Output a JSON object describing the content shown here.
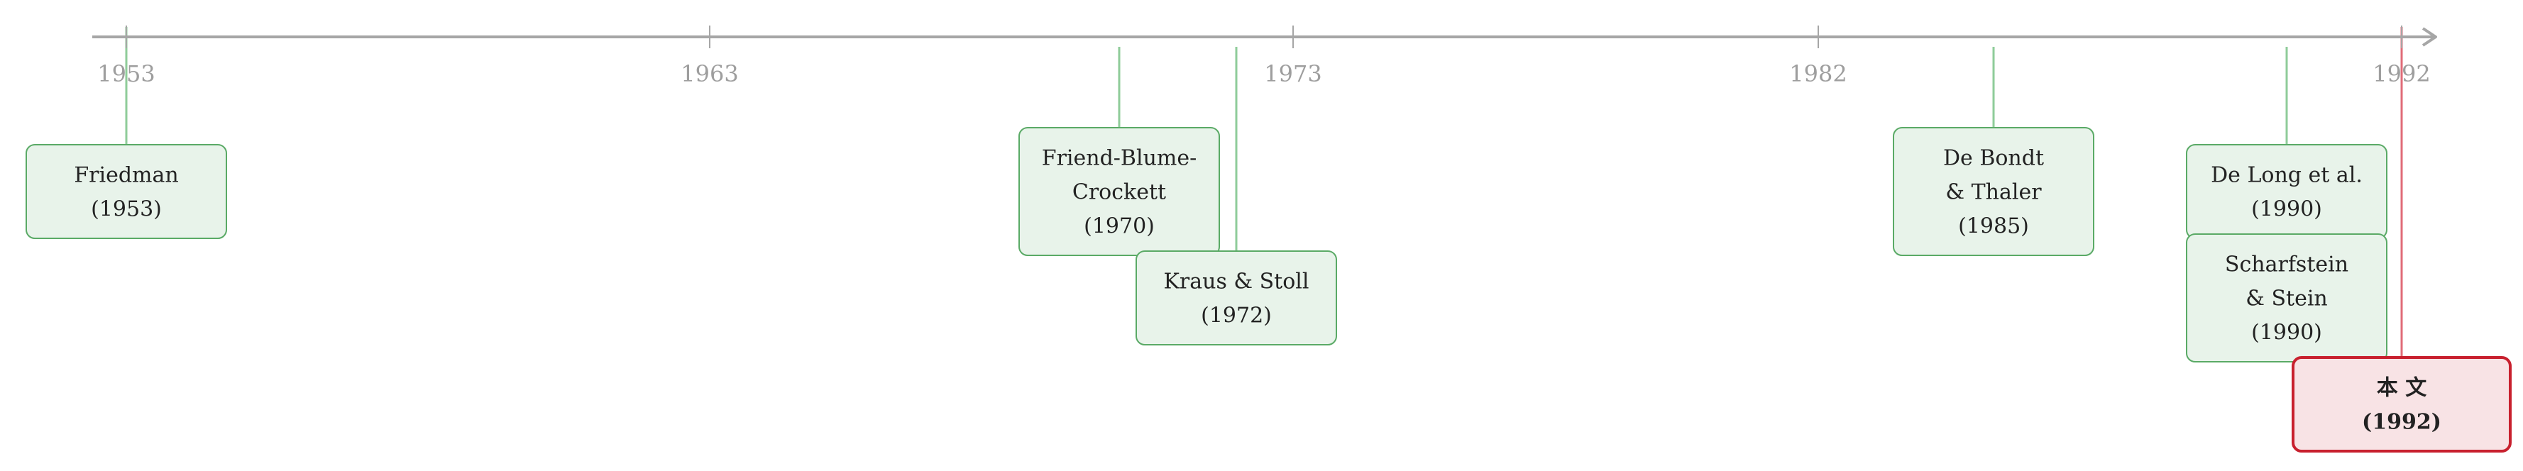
{
  "colors": {
    "axis": "#a6a6a6",
    "tick_label": "#9e9e9e",
    "leader_green": "#8fcc9a",
    "box_green_fill": "#e8f3ea",
    "box_green_stroke": "#5aaa66",
    "leader_red": "#e06c78",
    "box_red_fill": "#f8e3e5",
    "box_red_stroke": "#c8202e"
  },
  "axis": {
    "ticks": [
      {
        "year": 1953,
        "label": "1953"
      },
      {
        "year": 1963,
        "label": "1963"
      },
      {
        "year": 1973,
        "label": "1973"
      },
      {
        "year": 1982,
        "label": "1982"
      },
      {
        "year": 1992,
        "label": "1992"
      }
    ]
  },
  "events": [
    {
      "id": "friedman",
      "year": 1953,
      "lines": [
        "Friedman",
        "(1953)"
      ],
      "style": "green"
    },
    {
      "id": "friend-blume-crockett",
      "year": 1970,
      "lines": [
        "Friend-Blume-",
        "Crockett",
        "(1970)"
      ],
      "style": "green"
    },
    {
      "id": "kraus-stoll",
      "year": 1972,
      "lines": [
        "Kraus & Stoll",
        "(1972)"
      ],
      "style": "green"
    },
    {
      "id": "de-bondt-thaler",
      "year": 1985,
      "lines": [
        "De Bondt",
        "& Thaler",
        "(1985)"
      ],
      "style": "green"
    },
    {
      "id": "de-long",
      "year": 1990,
      "lines": [
        "De Long et al.",
        "(1990)"
      ],
      "style": "green"
    },
    {
      "id": "scharfstein-stein",
      "year": 1990,
      "lines": [
        "Scharfstein",
        "& Stein",
        "(1990)"
      ],
      "style": "green"
    },
    {
      "id": "this-paper",
      "year": 1992,
      "lines": [
        "本 文",
        "(1992)"
      ],
      "style": "red"
    }
  ]
}
